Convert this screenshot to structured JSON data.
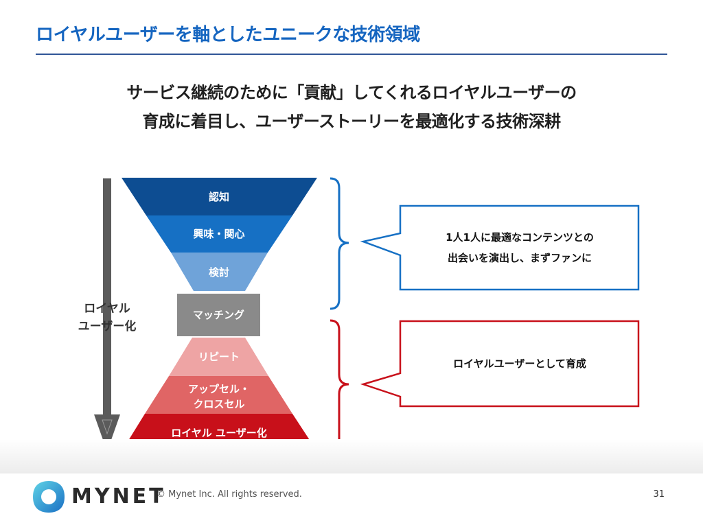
{
  "slide": {
    "title": "ロイヤルユーザーを軸としたユニークな技術領域",
    "headline_line1": "サービス継続のために「貢献」してくれるロイヤルユーザーの",
    "headline_line2": "育成に着目し、ユーザーストーリーを最適化する技術深耕"
  },
  "funnel": {
    "upper": [
      {
        "label": "認知",
        "color": "#0d4d92"
      },
      {
        "label": "興味・関心",
        "color": "#1670c4"
      },
      {
        "label": "検討",
        "color": "#6fa3d9"
      }
    ],
    "middle": {
      "label": "マッチング",
      "color": "#8a8a8a"
    },
    "lower": [
      {
        "label": "リピート",
        "color": "#eea4a4"
      },
      {
        "label_line1": "アップセル・",
        "label_line2": "クロスセル",
        "color": "#e06565"
      },
      {
        "label": "ロイヤル ユーザー化",
        "color": "#c8101a"
      }
    ]
  },
  "side_arrow": {
    "label_line1": "ロイヤル",
    "label_line2": "ユーザー化",
    "color": "#5b5b5b"
  },
  "callouts": [
    {
      "line1": "1人1人に最適なコンテンツとの",
      "line2": "出会いを演出し、まずファンに",
      "border_color": "#1670c4"
    },
    {
      "line1": "ロイヤルユーザーとして育成",
      "border_color": "#c8101a"
    }
  ],
  "footer": {
    "brand": "MYNET",
    "copyright": "© Mynet Inc. All rights reserved.",
    "page_number": "31"
  }
}
